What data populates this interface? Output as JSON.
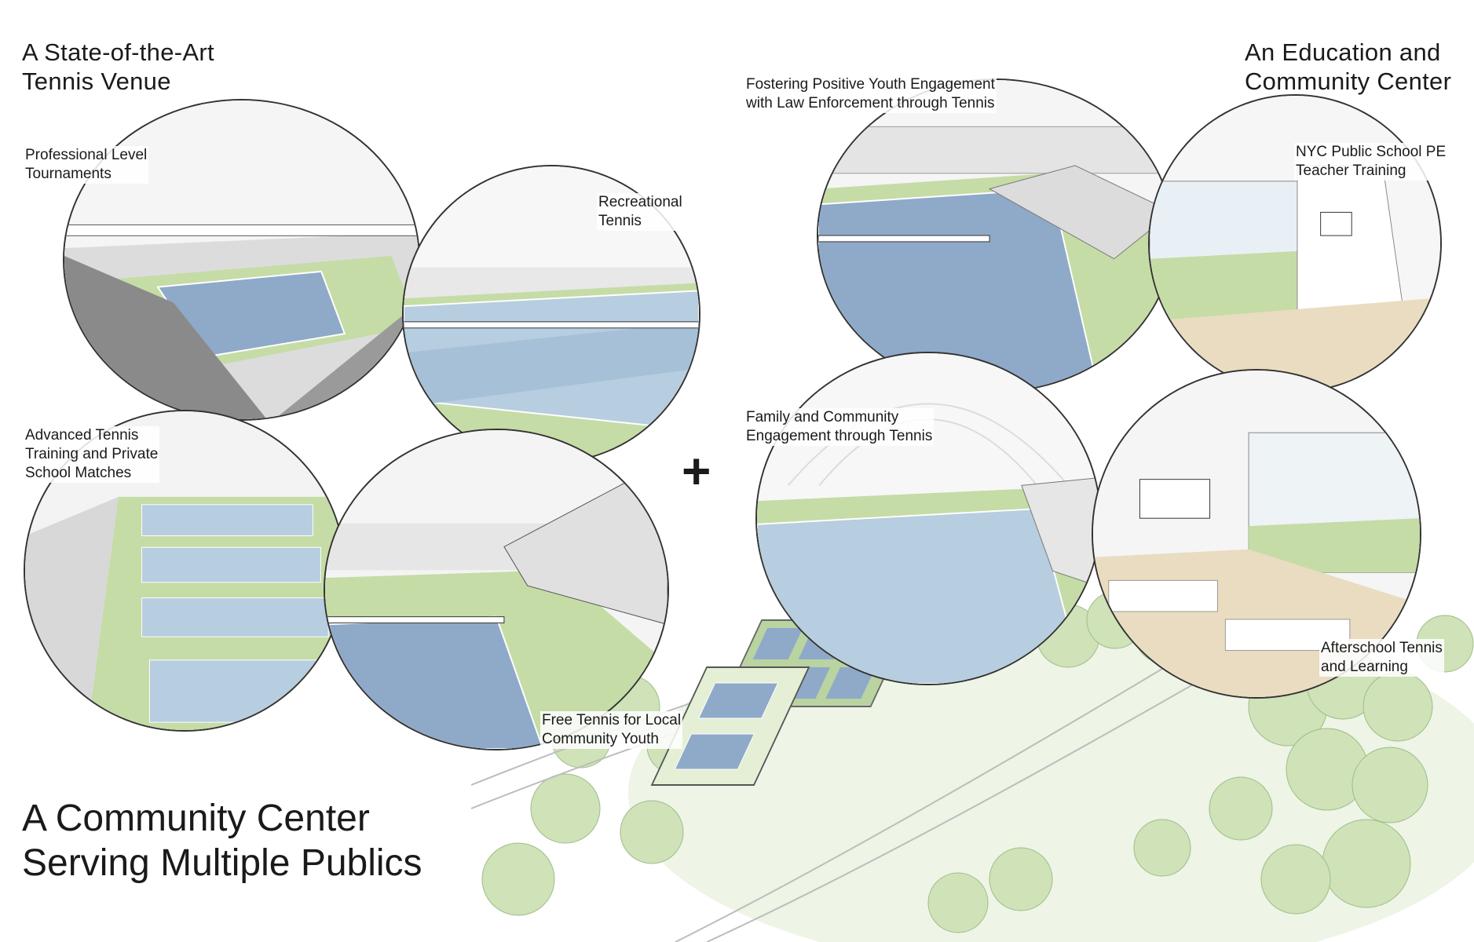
{
  "headings": {
    "venue": "A State-of-the-Art\nTennis Venue",
    "education": "An Education and\nCommunity Center",
    "main": "A Community Center\nServing Multiple Publics"
  },
  "labels": {
    "professional": "Professional Level\nTournaments",
    "recreational": "Recreational\nTennis",
    "advanced": "Advanced Tennis\nTraining and Private\nSchool Matches",
    "free": "Free Tennis for Local\nCommunity Youth",
    "youth_law": "Fostering Positive Youth Engagement\nwith Law Enforcement through Tennis",
    "pe_training": "NYC Public School PE\nTeacher Training",
    "family": "Family and Community\nEngagement through Tennis",
    "afterschool": "Afterschool Tennis\nand Learning"
  },
  "symbols": {
    "plus": "+"
  },
  "colors": {
    "court_blue": "#8fa9c9",
    "court_light_blue": "#b7cde0",
    "grass_green": "#c5dca6",
    "tree_green": "#cfe2b8",
    "clay_red": "#e7b8b5",
    "wood": "#e9dcc0",
    "line": "#333333"
  }
}
